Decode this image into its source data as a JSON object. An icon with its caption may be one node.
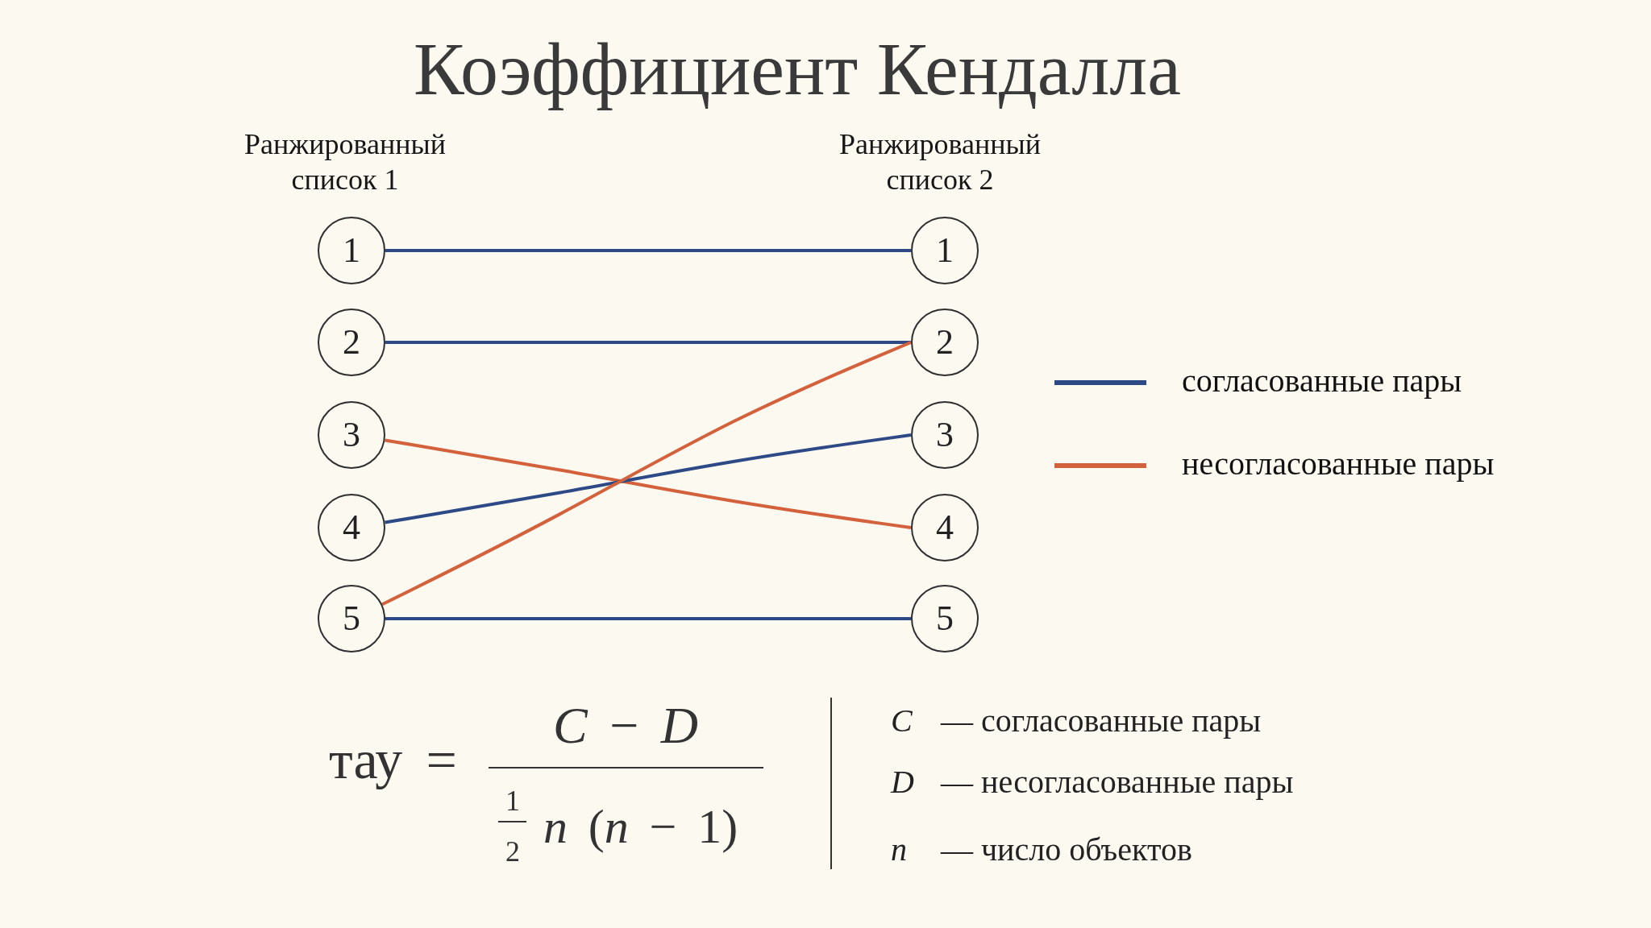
{
  "diagram": {
    "title": "Коэффициент Кендалла",
    "nodes": [
      {
        "text": [
          "1"
        ]
      },
      {
        "text": [
          "2"
        ]
      },
      {
        "text": [
          "3"
        ]
      },
      {
        "text": [
          "4"
        ]
      },
      {
        "text": [
          "5"
        ]
      },
      {
        "text": [
          "1"
        ]
      },
      {
        "text": [
          "2"
        ]
      },
      {
        "text": [
          "3"
        ]
      },
      {
        "text": [
          "4"
        ]
      },
      {
        "text": [
          "5"
        ]
      }
    ],
    "edges": [
      {
        "from": 0,
        "to": 5,
        "arrow": "none"
      },
      {
        "from": 1,
        "to": 6,
        "arrow": "none"
      },
      {
        "from": 2,
        "to": 8,
        "arrow": "none",
        "color": "#d3613b"
      },
      {
        "from": 3,
        "to": 7,
        "arrow": "none"
      },
      {
        "from": 4,
        "to": 6,
        "arrow": "none",
        "color": "#d3613b"
      },
      {
        "from": 4,
        "to": 9,
        "arrow": "none"
      }
    ],
    "labels": [
      "Ранжированный список 1",
      "Ранжированный список 2",
      "тау =",
      "*C* − *D*",
      "1",
      "2",
      "*n* (*n* − 1)",
      "*C* — согласованные пары",
      "*D* — несогласованные пары",
      "*n* — число объектов"
    ],
    "legend": [
      {
        "text": "согласованные пары",
        "color": "#2d4a87"
      },
      {
        "text": "несогласованные пары",
        "color": "#d3613b"
      }
    ]
  }
}
